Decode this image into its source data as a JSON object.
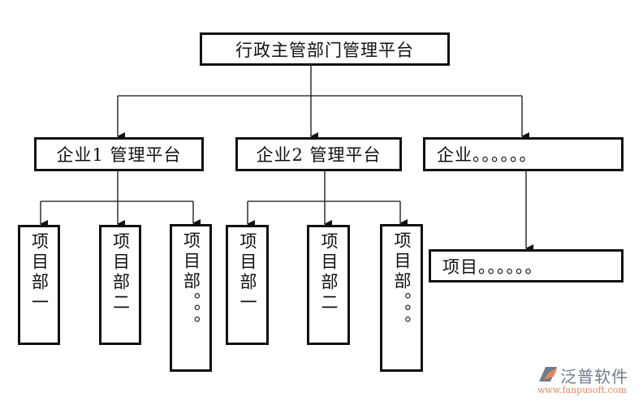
{
  "root": {
    "label": "行政主管部门管理平台"
  },
  "enterprises": [
    {
      "label": "企业1 管理平台",
      "projects": [
        "项目部一",
        "项目部二",
        "项目部。。。"
      ]
    },
    {
      "label": "企业2 管理平台",
      "projects": [
        "项目部一",
        "项目部二",
        "项目部。。。"
      ]
    },
    {
      "label": "企业。。。。。。",
      "projects": [
        "项目。。。。。。"
      ]
    }
  ],
  "watermark": {
    "name": "泛普软件",
    "url": "www.fanpusoft.com",
    "colors": {
      "gray": "#6f7a8c",
      "orange": "#e0885a"
    }
  }
}
